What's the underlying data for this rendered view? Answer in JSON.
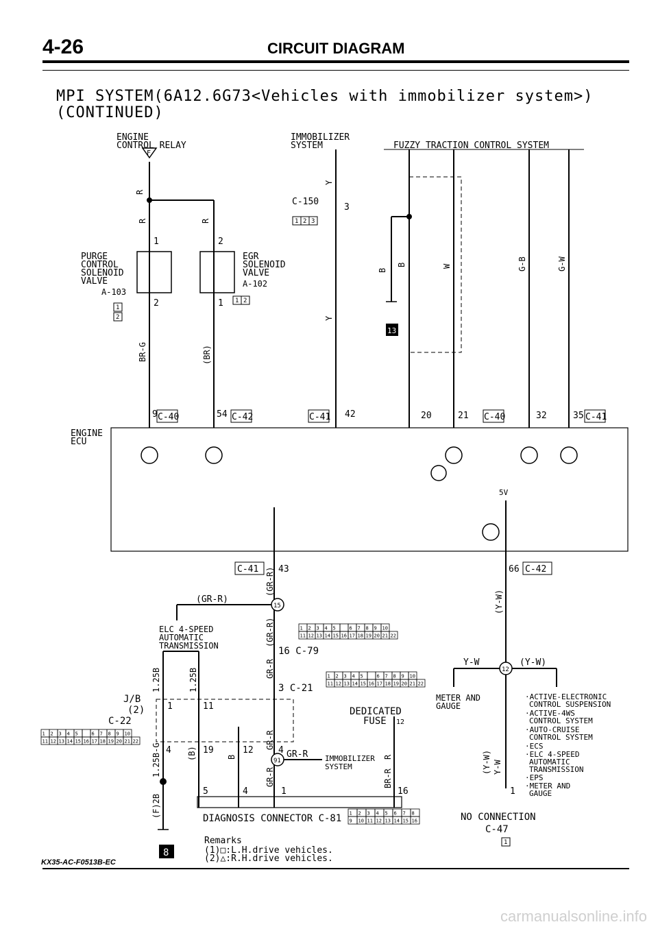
{
  "header": {
    "page_number": "4-26",
    "section_title": "CIRCUIT DIAGRAM"
  },
  "title": {
    "line1": "MPI SYSTEM(6A12.6G73<Vehicles with immobilizer system>)",
    "line2": "(CONTINUED)"
  },
  "top_labels": {
    "engine_control_relay": [
      "ENGINE",
      "CONTROL RELAY"
    ],
    "immobilizer_system": [
      "IMMOBILIZER",
      "SYSTEM"
    ],
    "fuzzy_traction": "FUZZY TRACTION CONTROL SYSTEM",
    "relay_marker": "F"
  },
  "components": {
    "purge_valve": [
      "PURGE",
      "CONTROL",
      "SOLENOID",
      "VALVE"
    ],
    "purge_connector": "A-103",
    "egr_valve": [
      "EGR",
      "SOLENOID",
      "VALVE"
    ],
    "egr_connector": "A-102",
    "engine_ecu": [
      "ENGINE",
      "ECU"
    ],
    "connector_c150": "C-150",
    "five_volt": "5V"
  },
  "wire_colors": {
    "r1": "R",
    "r2": "R",
    "r3": "R",
    "y1": "Y",
    "y2": "Y",
    "b1": "B",
    "b2": "B",
    "w": "W",
    "gb": "G-B",
    "gw": "G-W",
    "brg": "BR-G",
    "br": "(BR)",
    "grr_paren": "(GR-R)",
    "grr_vert": "(GR-R)",
    "grr_label": "(GR-R)",
    "grr_a": "GR-R",
    "grr_b": "GR-R",
    "grr_c": "GR-R",
    "grr_arrow": "GR-R",
    "yw_vert": "(Y-W)",
    "yw_left": "Y-W",
    "yw_right": "(Y-W)",
    "lg25b_a": "1.25B",
    "lg25b_b": "1.25B",
    "lg25bg": "1.25B-G",
    "b_paren": "(B)",
    "b_plain": "B",
    "f2b": "(F)2B",
    "brr": "BR-R",
    "r_imm": "R",
    "yw_bottom_a": "(Y-W)",
    "yw_bottom_b": "Y-W"
  },
  "pins": {
    "p1": "1",
    "p2": "2",
    "p2b": "2",
    "p1b": "1",
    "p3": "3",
    "p9": "9",
    "p54": "54",
    "p42": "42",
    "p20": "20",
    "p21": "21",
    "p32": "32",
    "p35": "35",
    "p43": "43",
    "p66": "66",
    "p16": "16",
    "p3b": "3",
    "p1c": "1",
    "p11": "11",
    "p4a": "4",
    "p19": "19",
    "p12": "12",
    "p4b": "4",
    "p5": "5",
    "p4c": "4",
    "p1d": "1",
    "p16b": "16",
    "p1e": "1"
  },
  "connectors": {
    "c40": "C-40",
    "c42": "C-42",
    "c41": "C-41",
    "c40b": "C-40",
    "c41b": "C-41",
    "c41c": "C-41",
    "c42b": "C-42",
    "c79": "16 C-79",
    "c21": "3 C-21",
    "jb": [
      "J/B",
      "(2)",
      "C-22"
    ],
    "diag": "DIAGNOSIS CONNECTOR  C-81",
    "c47": "C-47",
    "no_connection": "NO CONNECTION"
  },
  "lower_labels": {
    "elc": [
      "ELC 4-SPEED",
      "AUTOMATIC",
      "TRANSMISSION"
    ],
    "dedicated": [
      "DEDICATED",
      "FUSE"
    ],
    "fuse_no": "12",
    "splice15": "15",
    "splice91": "91",
    "splice12": "12",
    "immobilizer_small": [
      "IMMOBILIZER",
      "SYSTEM"
    ],
    "meter_gauge": [
      "METER AND",
      "GAUGE"
    ],
    "right_list": [
      "·ACTIVE-ELECTRONIC",
      "CONTROL SUSPENSION",
      "·ACTIVE-4WS",
      "CONTROL SYSTEM",
      "·AUTO-CRUISE",
      "CONTROL SYSTEM",
      "·ECS",
      "·ELC 4-SPEED",
      "AUTOMATIC",
      "TRANSMISSION",
      "·EPS",
      "·METER AND",
      "GAUGE"
    ],
    "grid_row1": [
      "1",
      "2",
      "3",
      "4",
      "5",
      "",
      "6",
      "7",
      "8",
      "9",
      "10"
    ],
    "grid_row2": [
      "11",
      "12",
      "13",
      "14",
      "15",
      "16",
      "17",
      "18",
      "19",
      "20",
      "21",
      "22"
    ],
    "diag_row1": [
      "1",
      "2",
      "3",
      "4",
      "5",
      "6",
      "7",
      "8"
    ],
    "diag_row2": [
      "9",
      "10",
      "11",
      "12",
      "13",
      "14",
      "15",
      "16"
    ],
    "pin_box_a": [
      "1"
    ],
    "pin_box_b": [
      "2"
    ],
    "pin_box_c": [
      "1",
      "2",
      "3"
    ],
    "pin_box_d": [
      "1",
      "2"
    ],
    "badge13": "13",
    "badge8": "8",
    "badge1": "1"
  },
  "remarks": {
    "heading": "Remarks",
    "line1": "(1)□:L.H.drive vehicles.",
    "line2": "(2)△:R.H.drive vehicles."
  },
  "footer": {
    "code": "KX35-AC-F0513B-EC",
    "watermark": "carmanualsonline.info"
  }
}
